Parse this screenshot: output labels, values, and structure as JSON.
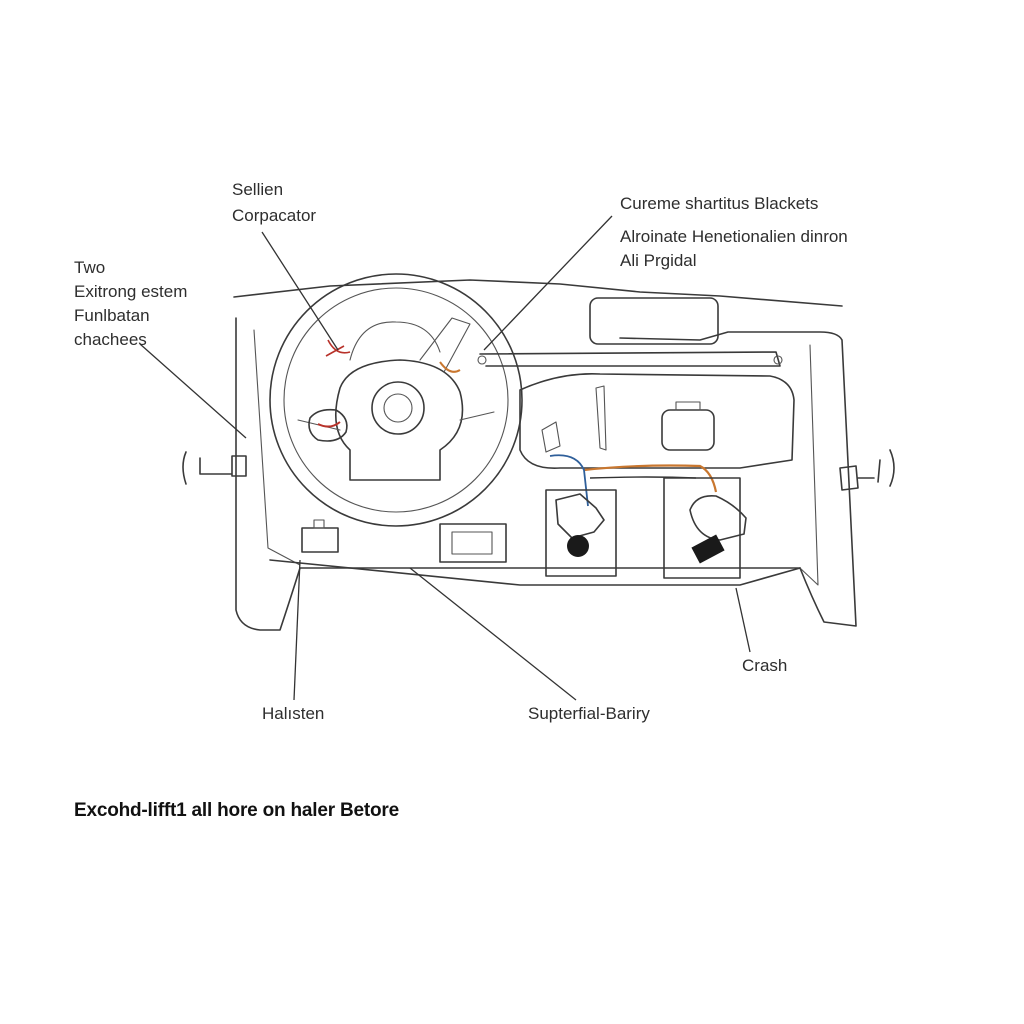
{
  "labels": {
    "top_left": [
      "Sellien",
      "Corpacator"
    ],
    "left": [
      "Two",
      "Exitrong estem",
      "Funlbatan",
      "chachees"
    ],
    "top_right_1": "Cureme shartitus Blackets",
    "top_right_2": [
      "Alroinate Henetionalien dinron",
      "Ali Prgidal"
    ],
    "bottom_left": "Halısten",
    "bottom_center": "Supterfial-Bariry",
    "bottom_right": "Crash"
  },
  "caption": "Excohd-lifft1 all hore on haler Betore",
  "colors": {
    "line": "#3a3a3a",
    "wire_orange": "#c9772f",
    "wire_red": "#b8322a",
    "wire_blue": "#2f5f9a",
    "component_dark": "#1a1a1a"
  }
}
